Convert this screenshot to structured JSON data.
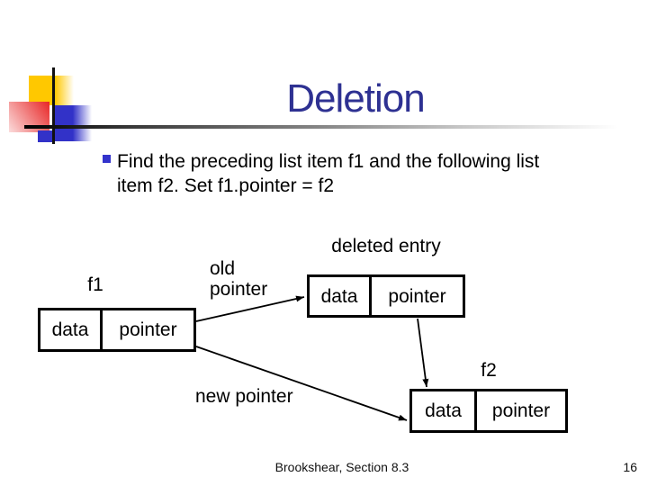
{
  "slide": {
    "title": "Deletion",
    "bullet": {
      "lines": [
        "Find the preceding list item f1 and the following list",
        "item f2. Set f1.pointer = f2"
      ]
    },
    "footer": {
      "citation": "Brookshear, Section 8.3",
      "page_number": "16"
    }
  },
  "diagram": {
    "f1": {
      "label": "f1",
      "cells": {
        "data": "data",
        "pointer": "pointer"
      }
    },
    "deleted": {
      "label": "deleted entry",
      "cells": {
        "data": "data",
        "pointer": "pointer"
      }
    },
    "f2": {
      "label": "f2",
      "cells": {
        "data": "data",
        "pointer": "pointer"
      }
    },
    "old_pointer_label": "old pointer",
    "new_pointer_label": "new pointer"
  },
  "colors": {
    "title": "#2e3192",
    "bullet_marker": "#3333cc",
    "decoration_yellow": "#ffc800",
    "decoration_red": "#e82626",
    "decoration_blue": "#3232c8",
    "text": "#000000",
    "box_border": "#000000"
  }
}
